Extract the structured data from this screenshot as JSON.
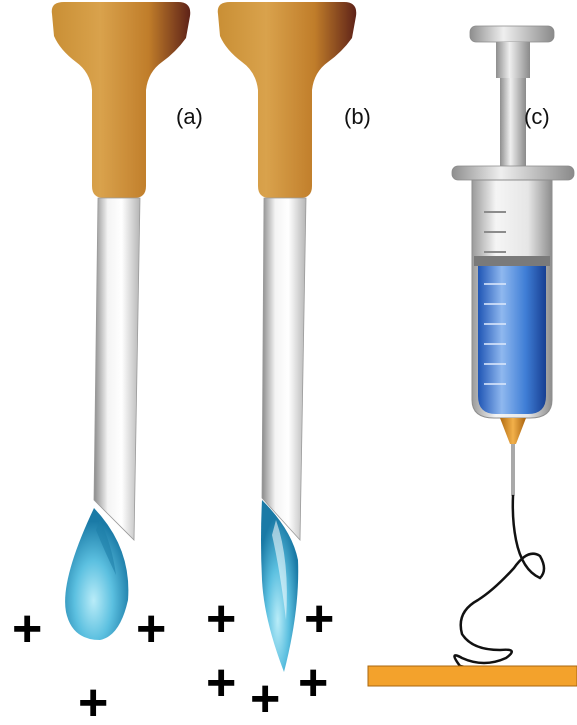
{
  "labels": {
    "a": "(a)",
    "b": "(b)",
    "c": "(c)"
  },
  "charge_symbol": "+",
  "colors": {
    "bulb_light": "#d7a04a",
    "bulb_mid": "#c58a2b",
    "bulb_dark": "#6b2a1c",
    "droplet_light": "#a8e2f3",
    "droplet_dark": "#1d8fb8",
    "liquid": "#3f86e0",
    "substrate": "#f3a22c",
    "fiber": "#111111"
  }
}
